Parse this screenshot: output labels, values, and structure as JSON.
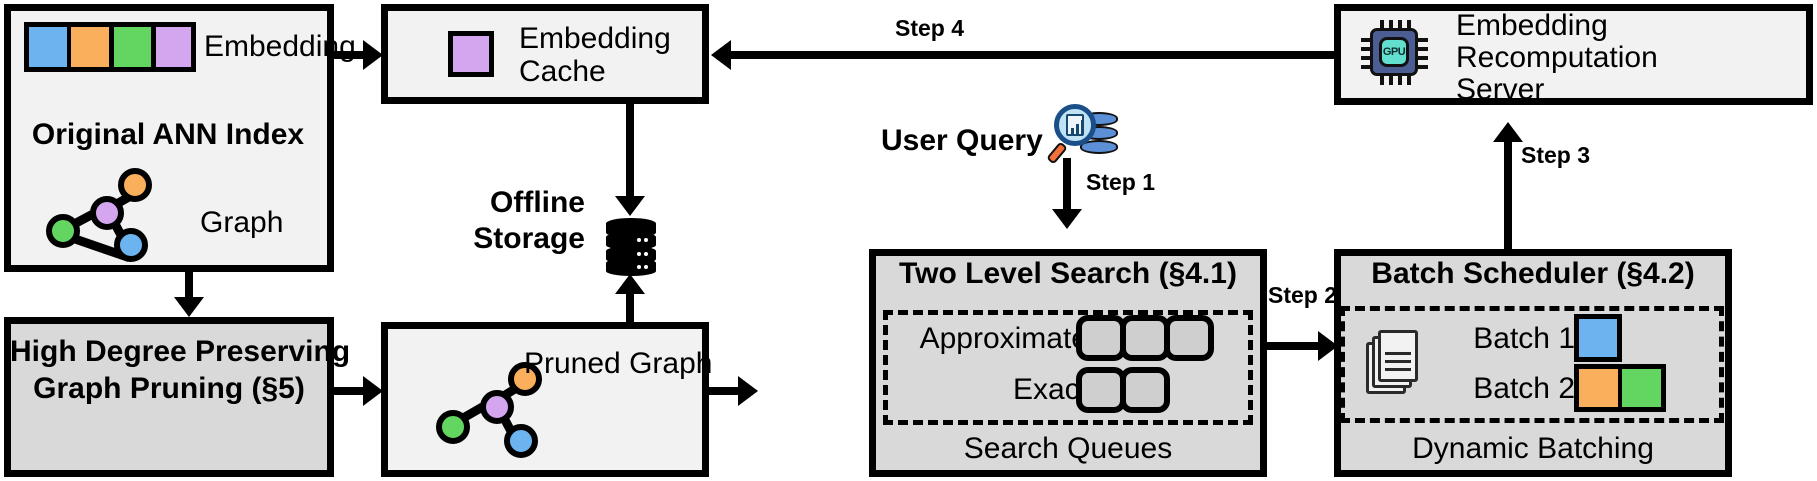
{
  "diagram": {
    "title": "ANN search system architecture with embedding cache, pruning, two level search, batch scheduler and GPU recomputation server",
    "colors": {
      "blue": "#6cb4ef",
      "orange": "#f9af5b",
      "green": "#63d561",
      "purple": "#d4a6ef",
      "box_fill": "#f2f2f2",
      "box_fill_shaded": "#d9d9d9",
      "slot_fill": "#cfcfcf",
      "stroke": "#000000",
      "gpu_core": "#63dfd0",
      "gpu_body": "#4b5d93"
    }
  },
  "boxes": {
    "original_ann_index": {
      "title": "Original ANN Index",
      "embedding_label": "Embedding",
      "graph_label": "Graph",
      "embedding_chips": [
        "blue",
        "orange",
        "green",
        "purple"
      ]
    },
    "graph_pruning": {
      "line1": "High Degree Preserving",
      "line2": "Graph Pruning (§5)"
    },
    "embedding_cache": {
      "line1": "Embedding",
      "line2": "Cache",
      "chip": "purple"
    },
    "pruned_graph": {
      "label": "Pruned Graph"
    },
    "two_level_search": {
      "title": "Two Level Search (§4.1)",
      "approximate_label": "Approximate",
      "approximate_slots": 3,
      "exact_label": "Exact",
      "exact_slots": 2,
      "footer": "Search Queues"
    },
    "batch_scheduler": {
      "title": "Batch Scheduler (§4.2)",
      "batch1_label": "Batch 1",
      "batch1_chips": [
        "blue"
      ],
      "batch2_label": "Batch 2",
      "batch2_chips": [
        "orange",
        "green"
      ],
      "footer": "Dynamic Batching",
      "docs_icon": "documents-icon"
    },
    "recomputation_server": {
      "line1": "Embedding",
      "line2": "Recomputation",
      "line3": "Server",
      "icon_label": "GPU"
    }
  },
  "standalone": {
    "offline_storage_line1": "Offline",
    "offline_storage_line2": "Storage",
    "offline_storage_icon": "database-cylinder-icon",
    "user_query_label": "User Query",
    "user_query_icon": "magnifier-database-icon"
  },
  "steps": {
    "step1": "Step 1",
    "step2": "Step 2",
    "step3": "Step 3",
    "step4": "Step 4"
  }
}
